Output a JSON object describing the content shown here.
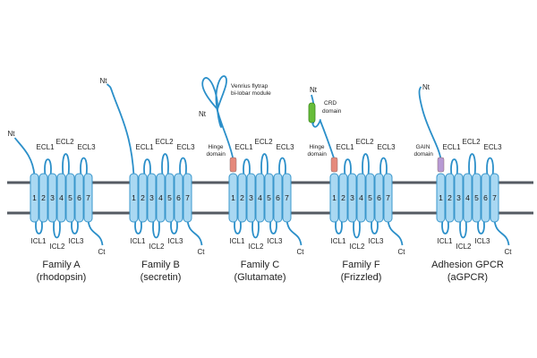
{
  "colors": {
    "membrane": "#555b63",
    "helix_fill": "#a9d8f2",
    "helix_stroke": "#3a97cc",
    "loop": "#2b8fc9",
    "hinge": "#e58a7c",
    "crd": "#67bd3a",
    "gain": "#b79ad4"
  },
  "helix_numbers": [
    "1",
    "2",
    "3",
    "4",
    "5",
    "6",
    "7"
  ],
  "families": [
    {
      "name": "Family A",
      "subname": "(rhodopsin)",
      "nt": "Nt",
      "ct": "Ct",
      "ecl": [
        "ECL1",
        "ECL2",
        "ECL3"
      ],
      "icl": [
        "ICL1",
        "ICL2",
        "ICL3"
      ],
      "domain_label": "",
      "domain_type": "none"
    },
    {
      "name": "Family B",
      "subname": "(secretin)",
      "nt": "Nt",
      "ct": "Ct",
      "ecl": [
        "ECL1",
        "ECL2",
        "ECL3"
      ],
      "icl": [
        "ICL1",
        "ICL2",
        "ICL3"
      ],
      "domain_label": "",
      "domain_type": "none"
    },
    {
      "name": "Family C",
      "subname": "(Glutamate)",
      "nt": "Nt",
      "ct": "Ct",
      "ecl": [
        "ECL1",
        "ECL2",
        "ECL3"
      ],
      "icl": [
        "ICL1",
        "ICL2",
        "ICL3"
      ],
      "domain_label": "Hinge domain",
      "domain_type": "hinge",
      "extra_label": "Venrius flytrap bi-lobar module"
    },
    {
      "name": "Family F",
      "subname": "(Frizzled)",
      "nt": "Nt",
      "ct": "Ct",
      "ecl": [
        "ECL1",
        "ECL2",
        "ECL3"
      ],
      "icl": [
        "ICL1",
        "ICL2",
        "ICL3"
      ],
      "domain_label": "Hinge domain",
      "domain_type": "hinge",
      "extra_label": "CRD domain"
    },
    {
      "name": "Adhesion GPCR",
      "subname": "(aGPCR)",
      "nt": "Nt",
      "ct": "Ct",
      "ecl": [
        "ECL1",
        "ECL2",
        "ECL3"
      ],
      "icl": [
        "ICL1",
        "ICL2",
        "ICL3"
      ],
      "domain_label": "GAIN domain",
      "domain_type": "gain"
    }
  ]
}
